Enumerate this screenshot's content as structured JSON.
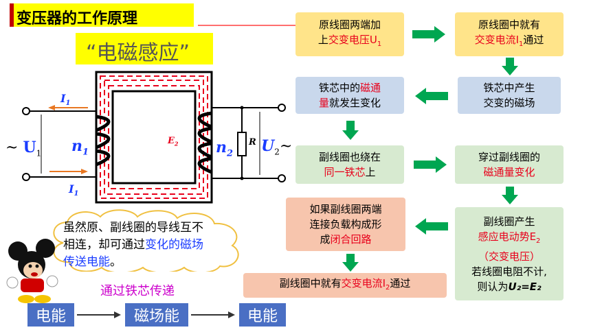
{
  "title": "变压器的工作原理",
  "subtitle": "“电磁感应”",
  "circuit": {
    "i1_top": "I",
    "i1_top_sub": "1",
    "i1_bottom": "I",
    "i1_bottom_sub": "1",
    "u1_prefix": "~",
    "u1": "U",
    "u1_sub": "1",
    "n1": "n",
    "n1_sub": "1",
    "n2": "n",
    "n2_sub": "2",
    "e2": "E",
    "e2_sub": "2",
    "r": "R",
    "u2": "U",
    "u2_sub": "2",
    "u2_suffix": "~"
  },
  "flow": {
    "box1": {
      "line1": "原线圈两端加",
      "line2_pre": "上",
      "line2_red": "交变电压U",
      "line2_sub": "1"
    },
    "box2": {
      "line1": "原线圈中就有",
      "line2_red": "交变电流I",
      "line2_sub": "1",
      "line2_post": "通过"
    },
    "box3": {
      "line1": "铁芯中产生",
      "line2": "交变的磁场"
    },
    "box4": {
      "line1_pre": "铁芯中的",
      "line1_red": "磁通",
      "line2_red": "量",
      "line2_post": "就发生变化"
    },
    "box5": {
      "line1": "副线圈也绕在",
      "line2_red": "同一铁芯",
      "line2_post": "上"
    },
    "box6": {
      "line1": "穿过副线圈的",
      "line2_red": "磁通量变化"
    },
    "box7": {
      "line1": "副线圈产生",
      "line2_red": "感应电动势E",
      "line2_sub": "2",
      "line3_red": "（交变电压）",
      "line4": "若线圈电阻不计,",
      "line5_pre": "则认为",
      "line5_eq": "U₂=E₂"
    },
    "box8": {
      "line1": "如果副线圈两端",
      "line2": "连接负载构成形",
      "line3_pre": "成",
      "line3_red": "闭合回路"
    },
    "box9": {
      "pre": "副线圈中就有",
      "red": "交变电流I",
      "sub": "2",
      "post": "通过"
    }
  },
  "note": {
    "line1": "虽然原、副线圈的导线互不",
    "line2_pre": "相连，却可通过",
    "line2_blue": "变化的磁场",
    "line3_blue": "传送电能",
    "line3_post": "。"
  },
  "via_text": "通过铁芯传递",
  "energy_chain": [
    "电能",
    "磁场能",
    "电能"
  ],
  "colors": {
    "title_bg": "#ffff00",
    "red": "#e8001b",
    "blue_text": "#1a3cff",
    "magenta": "#cc00cc",
    "arrow_green": "#00a651"
  }
}
